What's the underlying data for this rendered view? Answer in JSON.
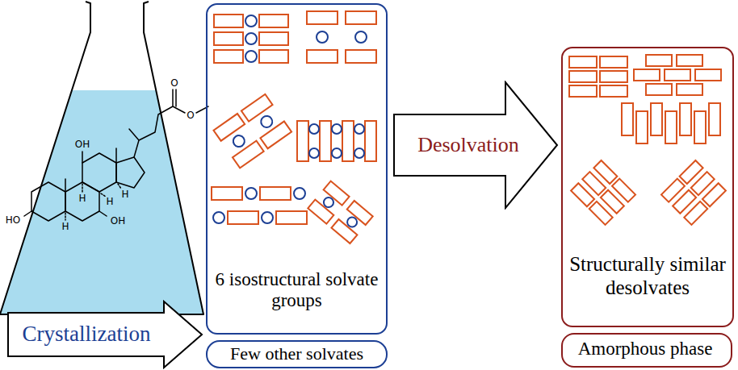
{
  "diagram": {
    "nodes": [
      {
        "text": [
          "Crystallization"
        ]
      },
      {
        "text": [
          "6 isostructural solvate groups"
        ]
      },
      {
        "text": [
          "Few other solvates"
        ]
      },
      {
        "text": [
          "Desolvation"
        ]
      },
      {
        "text": [
          "Structurally similar desolvates"
        ]
      },
      {
        "text": [
          "Amorphous phase"
        ]
      }
    ],
    "labels": [
      "OH",
      "HO",
      "OH",
      "H",
      "H",
      "H",
      "H",
      "O",
      "O"
    ]
  }
}
